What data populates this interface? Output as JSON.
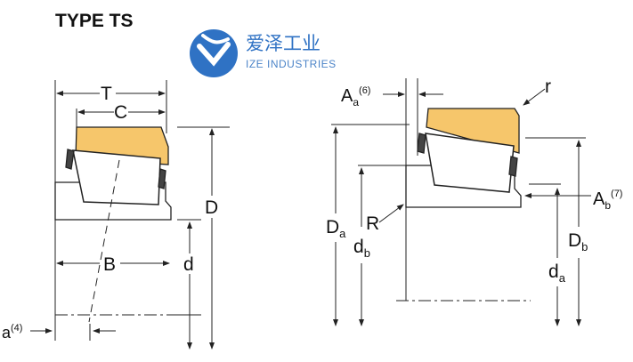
{
  "title": "TYPE TS",
  "logo": {
    "name_cn": "爱泽工业",
    "name_en": "IZE INDUSTRIES"
  },
  "left_dims": {
    "T": "T",
    "C": "C",
    "D": "D",
    "B": "B",
    "d": "d",
    "a": "a",
    "a_note": "(4)"
  },
  "right_dims": {
    "Aa": "A",
    "Aa_sub": "a",
    "Aa_note": "(6)",
    "r": "r",
    "R": "R",
    "Da": "D",
    "Da_sub": "a",
    "db": "d",
    "db_sub": "b",
    "Ab": "A",
    "Ab_sub": "b",
    "Ab_note": "(7)",
    "Db": "D",
    "Db_sub": "b",
    "da": "d",
    "da_sub": "a"
  },
  "colors": {
    "cup": "#F6C66B",
    "line": "#222222",
    "logo_blue": "#2F72C4",
    "bg": "#FFFFFF"
  }
}
